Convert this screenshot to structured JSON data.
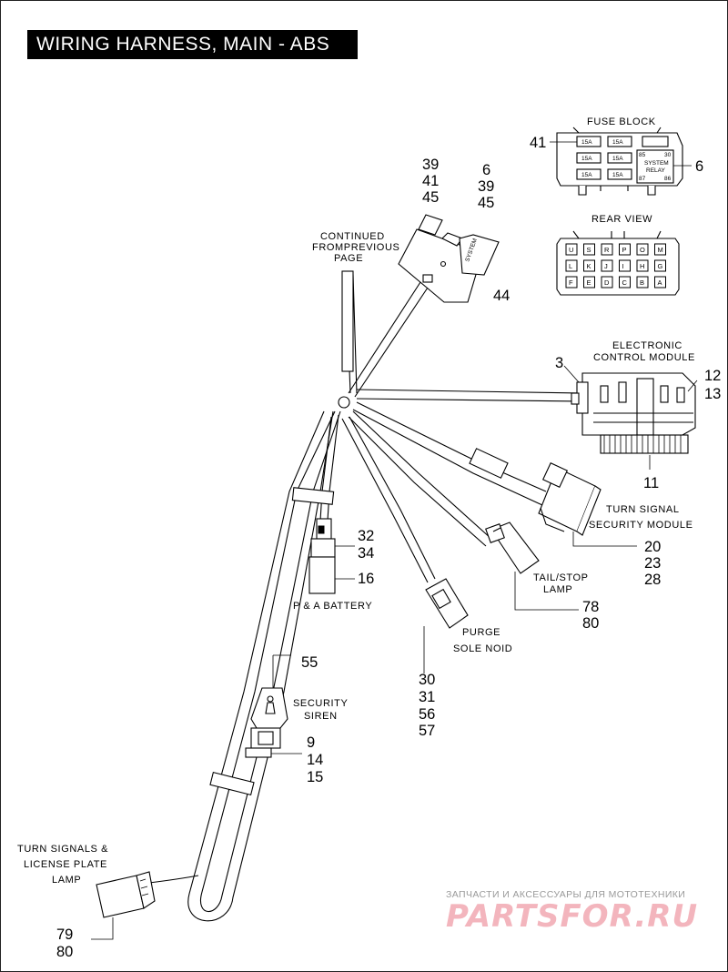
{
  "title": "WIRING HARNESS, MAIN - ABS",
  "labels": {
    "fuse_block": "FUSE BLOCK",
    "rear_view": "REAR VIEW",
    "continued_line1": "CONTINUED",
    "continued_line2": "FROMPREVIOUS",
    "continued_line3": "PAGE",
    "ecm_line1": "ELECTRONIC",
    "ecm_line2": "CONTROL MODULE",
    "tssm_line1": "TURN SIGNAL",
    "tssm_line2": "SECURITY MODULE",
    "tail_line1": "TAIL/STOP",
    "tail_line2": "LAMP",
    "battery": "P & A BATTERY",
    "purge_line1": "PURGE",
    "purge_line2": "SOLE NOID",
    "siren_line1": "SECURITY",
    "siren_line2": "SIREN",
    "turn_line1": "TURN SIGNALS &",
    "turn_line2": "LICENSE PLATE",
    "turn_line3": "LAMP"
  },
  "fuse_block": {
    "fuses": [
      "15A",
      "15A",
      "15A",
      "15A",
      "15A",
      "15A"
    ],
    "relay_line1": "SYSTEM",
    "relay_line2": "RELAY",
    "relay_pins": [
      "85",
      "30",
      "87",
      "86"
    ]
  },
  "rear_view_grid": [
    [
      "U",
      "S",
      "R",
      "P",
      "O",
      "M"
    ],
    [
      "L",
      "K",
      "J",
      "I",
      "H",
      "G"
    ],
    [
      "F",
      "E",
      "D",
      "C",
      "B",
      "A"
    ]
  ],
  "system_tag": "SYSTEM",
  "callouts": {
    "c39a": "39",
    "c41a": "41",
    "c45a": "45",
    "c6a": "6",
    "c39b": "39",
    "c45b": "45",
    "c41_fuse": "41",
    "c6_relay": "6",
    "c44": "44",
    "c3": "3",
    "c12": "12",
    "c13": "13",
    "c11": "11",
    "c20": "20",
    "c23": "23",
    "c28": "28",
    "c32": "32",
    "c34": "34",
    "c16": "16",
    "c78": "78",
    "c80a": "80",
    "c30": "30",
    "c31": "31",
    "c56": "56",
    "c57": "57",
    "c55": "55",
    "c9": "9",
    "c14": "14",
    "c15": "15",
    "c79": "79",
    "c80b": "80"
  },
  "watermark": {
    "top_text": "ЗАПЧАСТИ И АКСЕССУАРЫ ДЛЯ МОТОТЕХНИКИ",
    "logo": "PARTSFOR.RU"
  }
}
